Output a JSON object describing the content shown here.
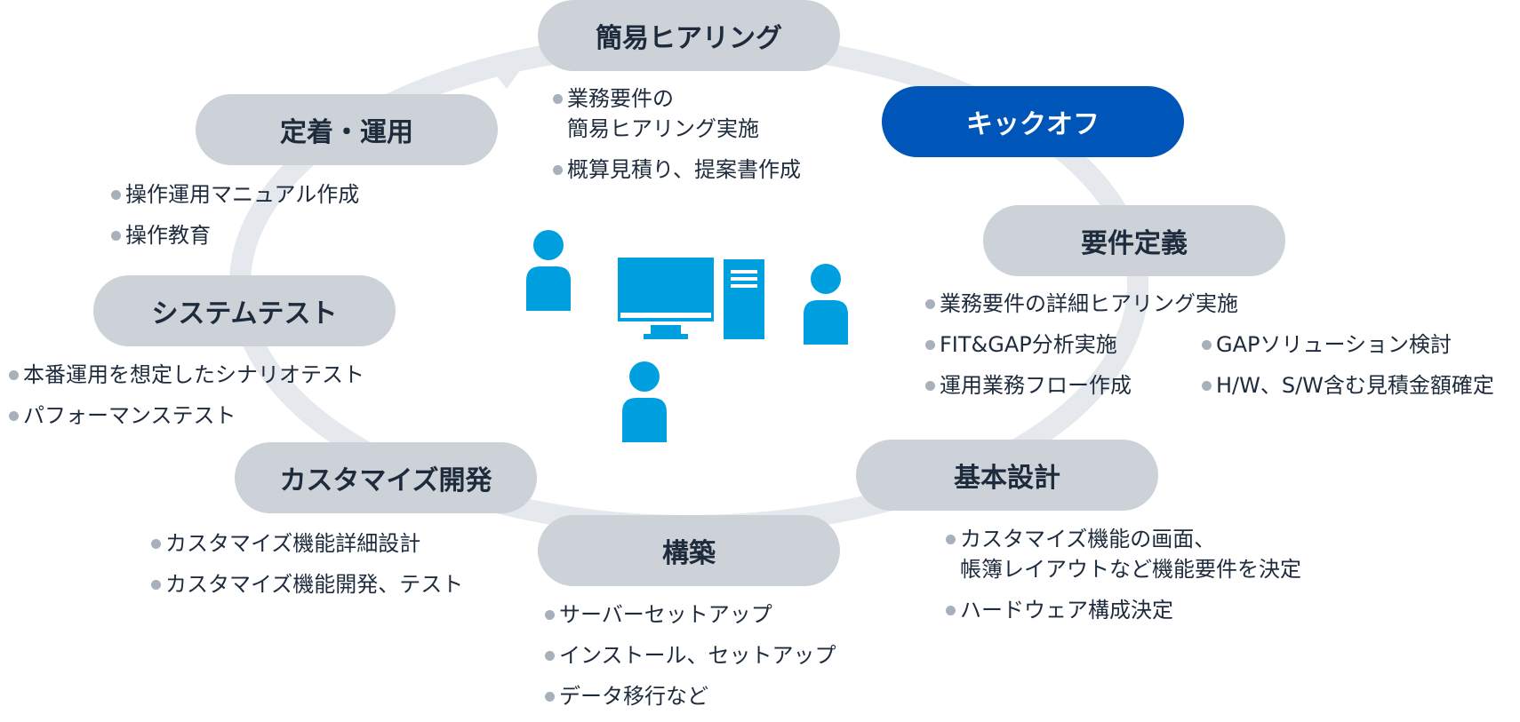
{
  "colors": {
    "phase_bg": "#cdd2d8",
    "phase_highlight_bg": "#0055b8",
    "ring": "#e5e8ec",
    "accent_icon": "#00a0e0",
    "bullet": "#a8b0bb",
    "text": "#1e2b3c"
  },
  "icons": [
    "person-icon",
    "monitor-icon",
    "desktop-tower-icon"
  ],
  "phases": {
    "hearing": {
      "title": "簡易ヒアリング",
      "tasks": [
        "業務要件の",
        "簡易ヒアリング実施",
        "概算見積り、提案書作成"
      ]
    },
    "kickoff": {
      "title": "キックオフ"
    },
    "requirements": {
      "title": "要件定義",
      "tasks": [
        "業務要件の詳細ヒアリング実施",
        "FIT&GAP分析実施",
        "GAPソリューション検討",
        "運用業務フロー作成",
        "H/W、S/W含む見積金額確定"
      ]
    },
    "basic_design": {
      "title": "基本設計",
      "tasks": [
        "カスタマイズ機能の画面、",
        "帳簿レイアウトなど機能要件を決定",
        "ハードウェア構成決定"
      ]
    },
    "build": {
      "title": "構築",
      "tasks": [
        "サーバーセットアップ",
        "インストール、セットアップ",
        "データ移行など"
      ]
    },
    "custom_dev": {
      "title": "カスタマイズ開発",
      "tasks": [
        "カスタマイズ機能詳細設計",
        "カスタマイズ機能開発、テスト"
      ]
    },
    "system_test": {
      "title": "システムテスト",
      "tasks": [
        "本番運用を想定したシナリオテスト",
        "パフォーマンステスト"
      ]
    },
    "operation": {
      "title": "定着・運用",
      "tasks": [
        "操作運用マニュアル作成",
        "操作教育"
      ]
    }
  }
}
